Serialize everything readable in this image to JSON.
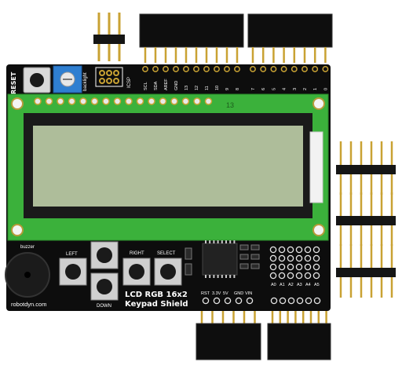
{
  "board": {
    "reset_label": "RESET",
    "backlight_label": "backlight",
    "icsp_label": "ICSP",
    "buzzer_label": "buzzer",
    "website": "robotdyn.com",
    "title_line1": "LCD RGB 16x2",
    "title_line2": "Keypad Shield",
    "pcb_number": "13"
  },
  "buttons": {
    "left": "LEFT",
    "right": "RIGHT",
    "down": "DOWN",
    "select": "SELECT"
  },
  "header_top_left": [
    "SCL",
    "SDA",
    "AREF",
    "GND",
    "13",
    "12",
    "11",
    "10",
    "9",
    "8"
  ],
  "header_top_right": [
    "7",
    "6",
    "5",
    "4",
    "3",
    "2",
    "1",
    "0"
  ],
  "power_pins": [
    "RST",
    "3.3V",
    "5V",
    "GND",
    "VIN"
  ],
  "analog_pins": [
    "A0",
    "A1",
    "A2",
    "A3",
    "A4",
    "A5"
  ],
  "colors": {
    "pcb": "#0d0d0d",
    "lcd_frame": "#3bb13b",
    "lcd_screen": "#aebd9a",
    "gold": "#c9a233",
    "trimpot": "#2f7fd1"
  }
}
